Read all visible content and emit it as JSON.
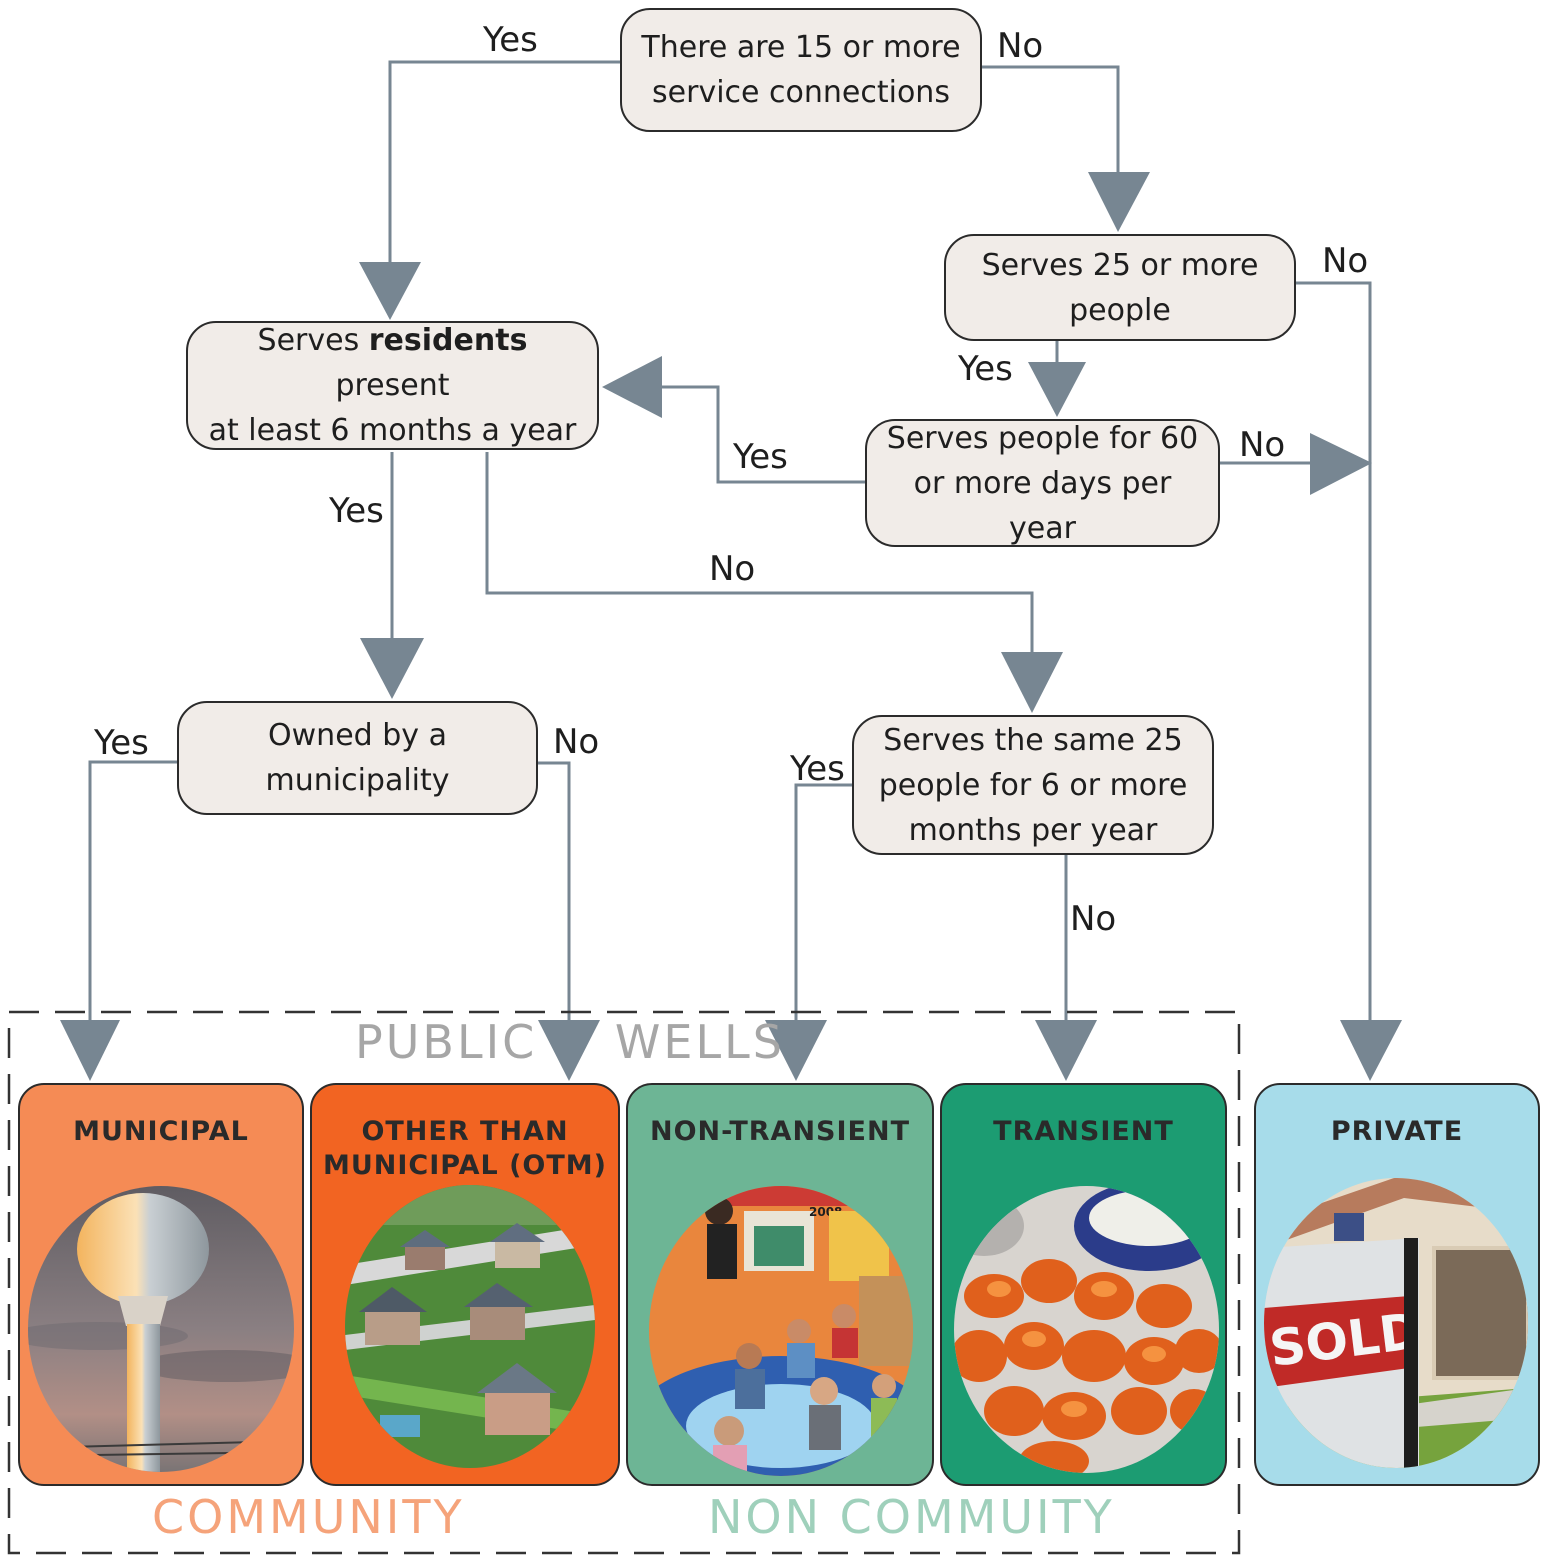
{
  "nodes": {
    "q1_line1": "There are 15 or more",
    "q1_line2": "service connections",
    "q2_line1": "Serves 25 or more",
    "q2_line2": "people",
    "q3_pre": "Serves ",
    "q3_bold": "residents",
    "q3_post": " present",
    "q3_line2": "at least 6 months a year",
    "q4_line1": "Serves people for 60",
    "q4_line2": "or more days per year",
    "q5_line1": "Owned by a",
    "q5_line2": "municipality",
    "q6_line1": "Serves the same 25",
    "q6_line2": "people for 6 or more",
    "q6_line3": "months per year"
  },
  "edge_labels": {
    "yes": "Yes",
    "no": "No"
  },
  "groups": {
    "public_wells": "PUBLIC WELLS",
    "community": "COMMUNITY",
    "non_community": "NON COMMUITY"
  },
  "cards": {
    "municipal": "MUNICIPAL",
    "otm_line1": "OTHER THAN",
    "otm_line2": "MUNICIPAL (OTM)",
    "non_transient": "NON-TRANSIENT",
    "transient": "TRANSIENT",
    "private": "PRIVATE"
  },
  "photo_text": {
    "calendar_year": "2008",
    "sign": "SOLD"
  },
  "colors": {
    "connector": "#778692",
    "node_fill": "#f1ece8",
    "municipal": "#f58b55",
    "otm": "#f26422",
    "non_transient": "#6db595",
    "transient": "#1c9c72",
    "private": "#a7dcea",
    "public_wells_label": "#a6a6a6",
    "community_label": "#f5a37a",
    "non_community_label": "#9fd0bb"
  },
  "icons": {
    "municipal_photo": "water-tower-icon",
    "otm_photo": "suburb-houses-icon",
    "non_transient_photo": "classroom-icon",
    "transient_photo": "cheese-curds-icon",
    "private_photo": "sold-sign-icon"
  }
}
